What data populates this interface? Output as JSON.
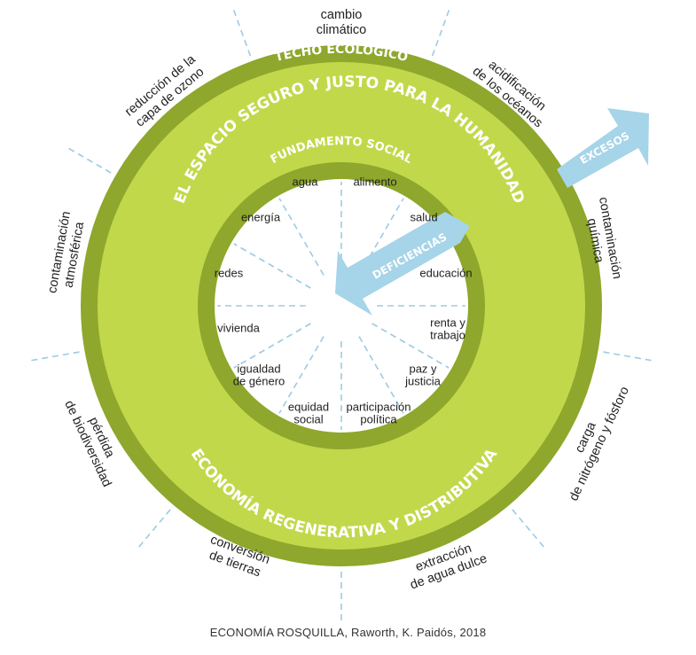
{
  "colors": {
    "dark_green": "#8ea72c",
    "light_green": "#c2d84b",
    "sky_blue": "#a6d4e8",
    "dash_blue": "#9dcbe3",
    "text": "#222222"
  },
  "ring": {
    "ceiling_label": "TECHO ECOLÓGICO",
    "foundation_label": "FUNDAMENTO SOCIAL",
    "top_title": "EL ESPACIO SEGURO Y JUSTO PARA LA HUMANIDAD",
    "bottom_title": "ECONOMÍA REGENERATIVA Y DISTRIBUTIVA"
  },
  "arrows": {
    "excess_label": "EXCESOS",
    "shortfall_label": "DEFICIENCIAS"
  },
  "ecological_ceiling": [
    [
      "cambio",
      "climático"
    ],
    [
      "acidificación",
      "de los océanos"
    ],
    [
      "contaminación",
      "química"
    ],
    [
      "carga",
      "de nitrógeno y fósforo"
    ],
    [
      "extracción",
      "de agua dulce"
    ],
    [
      "conversión",
      "de tierras"
    ],
    [
      "pérdida",
      "de biodiversidad"
    ],
    [
      "contaminación",
      "atmosférica"
    ],
    [
      "reducción de la",
      "capa de ozono"
    ]
  ],
  "social_foundation": [
    [
      "agua"
    ],
    [
      "alimento"
    ],
    [
      "salud"
    ],
    [
      "educación"
    ],
    [
      "renta y",
      "trabajo"
    ],
    [
      "paz y",
      "justicia"
    ],
    [
      "participación",
      "política"
    ],
    [
      "equidad",
      "social"
    ],
    [
      "igualdad",
      "de género"
    ],
    [
      "vivienda"
    ],
    [
      "redes"
    ],
    [
      "energía"
    ]
  ],
  "caption": "ECONOMÍA ROSQUILLA, Raworth, K. Paidós, 2018"
}
